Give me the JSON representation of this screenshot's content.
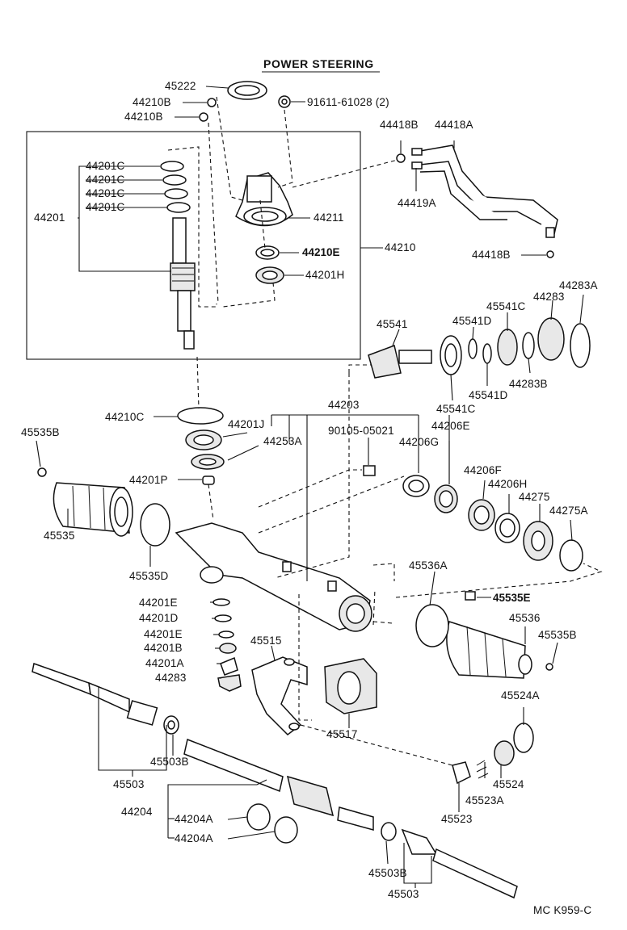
{
  "title": "POWER STEERING",
  "figure_code": "MC K959-C",
  "labels": [
    "45222",
    "44210B",
    "44210B",
    "91611-61028 (2)",
    "44418B",
    "44418A",
    "44201C",
    "44201C",
    "44201C",
    "44201C",
    "44201",
    "44419A",
    "44211",
    "44210E",
    "44210",
    "44418B",
    "44201H",
    "44283A",
    "45541C",
    "44283",
    "45541D",
    "45541",
    "44283B",
    "45541D",
    "45541C",
    "44203",
    "45535B",
    "44210C",
    "44201J",
    "90105-05021",
    "44206E",
    "44253A",
    "44206G",
    "44206F",
    "44201P",
    "44206H",
    "44275",
    "44275A",
    "45535",
    "45535D",
    "45536A",
    "45535E",
    "44201E",
    "44201D",
    "45536",
    "44201E",
    "45535B",
    "45515",
    "44201B",
    "44201A",
    "44283",
    "45524A",
    "45517",
    "45503B",
    "45503",
    "44204",
    "45524",
    "45523A",
    "44204A",
    "45523",
    "44204A",
    "45503B",
    "45503"
  ]
}
